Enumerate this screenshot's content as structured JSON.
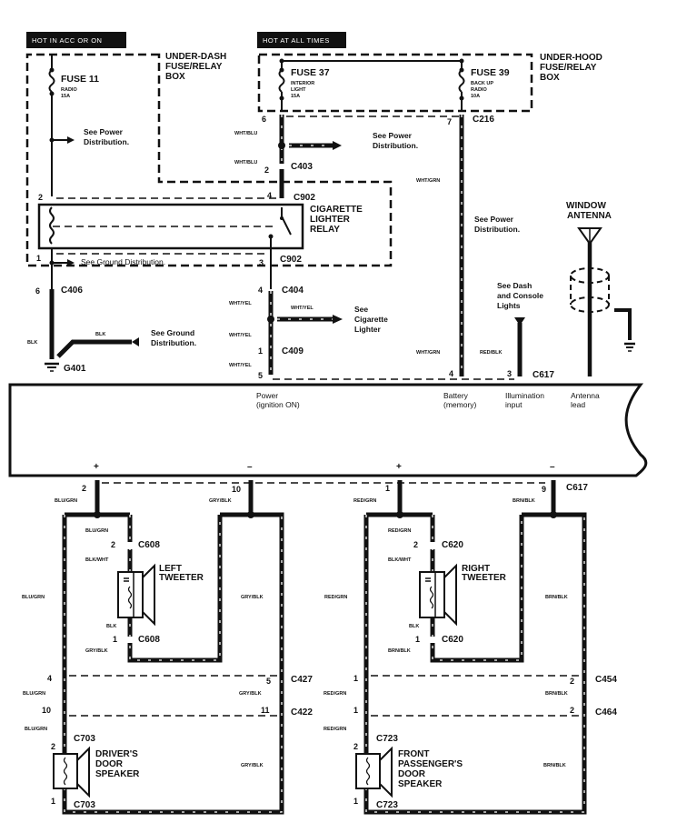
{
  "headers": {
    "hot_acc": "HOT IN ACC OR ON",
    "hot_all": "HOT AT ALL TIMES"
  },
  "boxes": {
    "under_dash": [
      "UNDER-DASH",
      "FUSE/RELAY",
      "BOX"
    ],
    "under_hood": [
      "UNDER-HOOD",
      "FUSE/RELAY",
      "BOX"
    ]
  },
  "fuses": {
    "f11": {
      "name": "FUSE 11",
      "desc1": "RADIO",
      "desc2": "15A"
    },
    "f37": {
      "name": "FUSE 37",
      "desc1": "INTERIOR",
      "desc2": "LIGHT",
      "desc3": "15A"
    },
    "f39": {
      "name": "FUSE 39",
      "desc1": "BACK UP",
      "desc2": "RADIO",
      "desc3": "10A"
    }
  },
  "notes": {
    "power_dist": [
      "See Power",
      "Distribution."
    ],
    "ground_dist_inline": "See Ground Distribution.",
    "ground_dist": [
      "See Ground",
      "Distribution."
    ],
    "cig_lighter": [
      "See",
      "Cigarette",
      "Lighter"
    ],
    "dash_console": [
      "See Dash",
      "and Console",
      "Lights"
    ]
  },
  "relay": [
    "CIGARETTE",
    "LIGHTER",
    "RELAY"
  ],
  "antenna": [
    "WINDOW",
    "ANTENNA"
  ],
  "connectors": {
    "c216": "C216",
    "c403": "C403",
    "c902": "C902",
    "c406": "C406",
    "c404": "C404",
    "c409": "C409",
    "c617": "C617",
    "g401": "G401",
    "c608": "C608",
    "c620": "C620",
    "c427": "C427",
    "c422": "C422",
    "c454": "C454",
    "c464": "C464",
    "c703": "C703",
    "c723": "C723"
  },
  "pins": {
    "p6a": "6",
    "p7": "7",
    "p2a": "2",
    "p2b": "2",
    "p4a": "4",
    "p1a": "1",
    "p3a": "3",
    "p6b": "6",
    "p4b": "4",
    "p1b": "1",
    "p5": "5",
    "p4c": "4",
    "p3b": "3",
    "u2": "2",
    "u10": "10",
    "u1": "1",
    "u9": "9",
    "lt2": "2",
    "lt1": "1",
    "rt2": "2",
    "rt1": "1",
    "l4": "4",
    "l10": "10",
    "r5": "5",
    "r11": "11",
    "rl1a": "1",
    "rl1b": "1",
    "rr2a": "2",
    "rr2b": "2",
    "ds2": "2",
    "ds1": "1",
    "ps2": "2",
    "ps1": "1"
  },
  "wires": {
    "wht_blu": "WHT/BLU",
    "wht_grn": "WHT/GRN",
    "wht_yel": "WHT/YEL",
    "blk": "BLK",
    "red_blk": "RED/BLK",
    "blu_grn": "BLU/GRN",
    "gry_blk": "GRY/BLK",
    "red_grn": "RED/GRN",
    "brn_blk": "BRN/BLK",
    "blk_wht": "BLK/WHT"
  },
  "unit_inputs": {
    "power": [
      "Power",
      "(ignition ON)"
    ],
    "battery": [
      "Battery",
      "(memory)"
    ],
    "illum": [
      "Illumination",
      "input"
    ],
    "antenna": [
      "Antenna",
      "lead"
    ]
  },
  "polarity": {
    "plus": "+",
    "minus": "–"
  },
  "speakers": {
    "left_tweeter": [
      "LEFT",
      "TWEETER"
    ],
    "right_tweeter": [
      "RIGHT",
      "TWEETER"
    ],
    "driver_door": [
      "DRIVER'S",
      "DOOR",
      "SPEAKER"
    ],
    "pass_door": [
      "FRONT",
      "PASSENGER'S",
      "DOOR",
      "SPEAKER"
    ]
  }
}
